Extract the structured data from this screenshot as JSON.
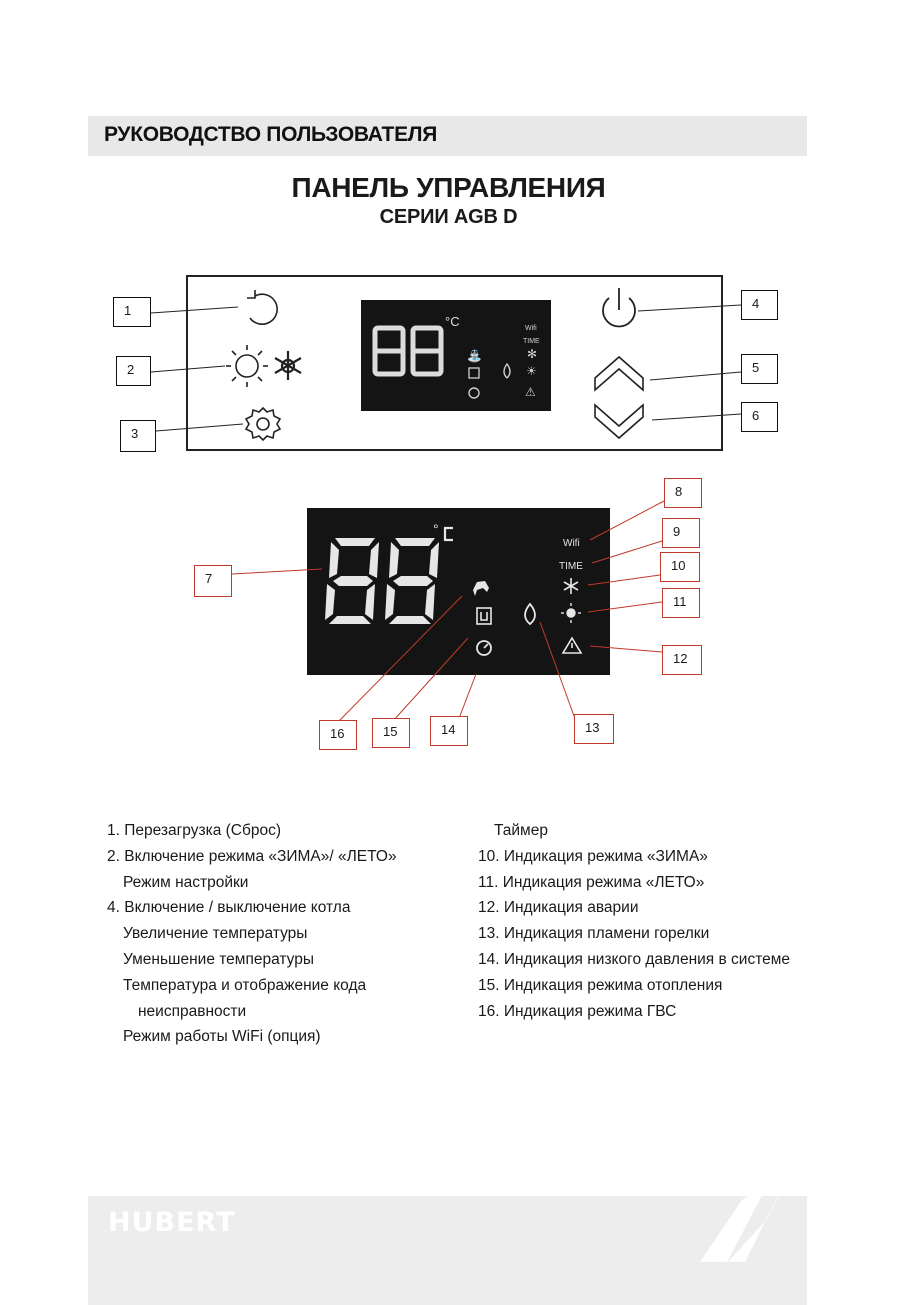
{
  "header": {
    "title": "РУКОВОДСТВО ПОЛЬЗОВАТЕЛЯ"
  },
  "doc": {
    "title": "ПАНЕЛЬ УПРАВЛЕНИЯ",
    "subtitle": "СЕРИИ AGB D"
  },
  "display": {
    "digits": "88",
    "unit": "°C",
    "wifi": "Wifi",
    "time": "TIME"
  },
  "callouts": [
    "1",
    "2",
    "3",
    "4",
    "5",
    "6",
    "7",
    "8",
    "9",
    "10",
    "11",
    "12",
    "13",
    "14",
    "15",
    "16"
  ],
  "legend_left": [
    "1. Перезагрузка (Сброс)",
    "2. Включение режима «ЗИМА»/ «ЛЕТО»",
    "Режим настройки",
    "4. Включение / выключение котла",
    "Увеличение температуры",
    "Уменьшение температуры",
    "Температура и отображение кода",
    "неисправности",
    "Режим работы WiFi (опция)"
  ],
  "legend_right": [
    "Таймер",
    "10. Индикация режима «ЗИМА»",
    "11. Индикация режима «ЛЕТО»",
    "12. Индикация аварии",
    "13. Индикация пламени горелки",
    "14. Индикация низкого давления в системе",
    "15. Индикация режима отопления",
    "16. Индикация режима ГВС"
  ],
  "footer": {
    "brand": "HUBERT"
  },
  "colors": {
    "display_bg": "#141414",
    "segment": "#e6e6e6",
    "callout_red": "#c0392b",
    "header_bg": "#e8e8e8"
  },
  "icons": [
    "reset-icon",
    "sun-icon",
    "snowflake-icon",
    "gear-icon",
    "power-icon",
    "chevron-up-icon",
    "chevron-down-icon",
    "tap-icon",
    "radiator-icon",
    "flame-icon",
    "pressure-gauge-icon",
    "warning-icon"
  ]
}
